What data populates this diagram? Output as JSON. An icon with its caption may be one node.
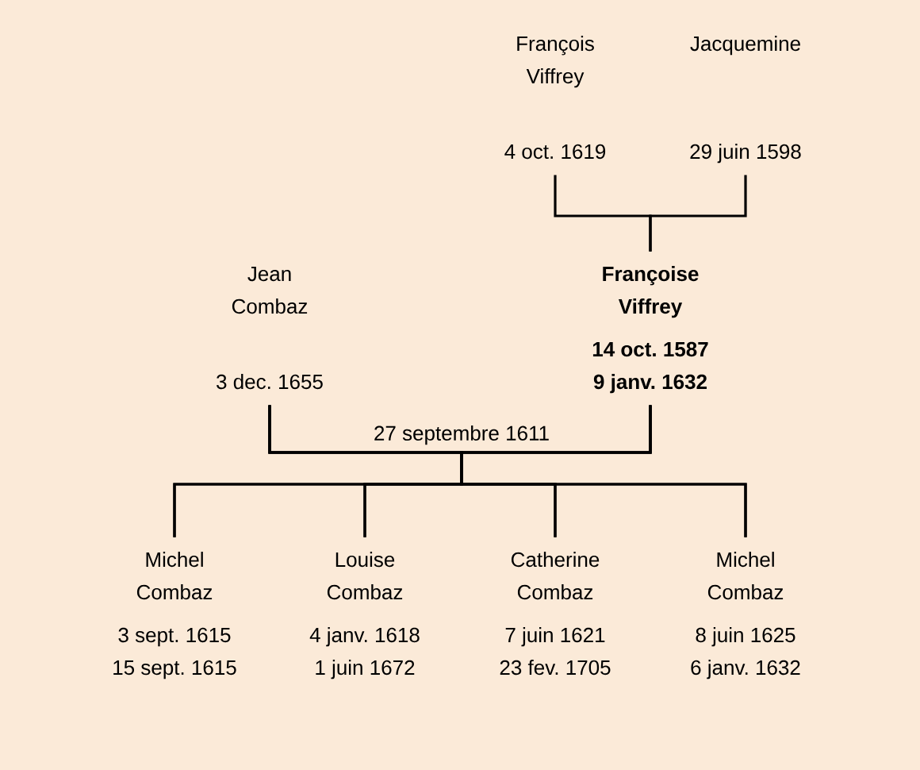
{
  "diagram": {
    "nodes": [
      {
        "text": [
          "François Viffrey",
          "4 oct. 1619"
        ]
      },
      {
        "text": [
          "Jacquemine",
          "29 juin 1598"
        ]
      },
      {
        "text": [
          "Jean Combaz",
          "3 dec. 1655"
        ]
      },
      {
        "text": [
          "Françoise Viffrey",
          "14 oct. 1587",
          "9 janv. 1632"
        ]
      },
      {
        "text": [
          "Michel Combaz",
          "3 sept. 1615",
          "15 sept. 1615"
        ]
      },
      {
        "text": [
          "Louise Combaz",
          "4 janv. 1618",
          "1 juin 1672"
        ]
      },
      {
        "text": [
          "Catherine Combaz",
          "7 juin 1621",
          "23 fev. 1705"
        ]
      },
      {
        "text": [
          "Michel Combaz",
          "8 juin 1625",
          "6 janv. 1632"
        ]
      }
    ],
    "edges": [
      {
        "from": 0,
        "to": 3,
        "arrow": "none"
      },
      {
        "from": 1,
        "to": 3,
        "arrow": "none"
      },
      {
        "from": 2,
        "to": 4,
        "arrow": "none"
      },
      {
        "from": 3,
        "to": 4,
        "arrow": "none"
      },
      {
        "from": 2,
        "to": 5,
        "arrow": "none"
      },
      {
        "from": 3,
        "to": 5,
        "arrow": "none"
      },
      {
        "from": 2,
        "to": 6,
        "arrow": "none"
      },
      {
        "from": 3,
        "to": 6,
        "arrow": "none"
      },
      {
        "from": 2,
        "to": 7,
        "arrow": "none"
      },
      {
        "from": 3,
        "to": 7,
        "arrow": "none"
      }
    ],
    "labels": [
      "27 septembre 1611"
    ]
  }
}
